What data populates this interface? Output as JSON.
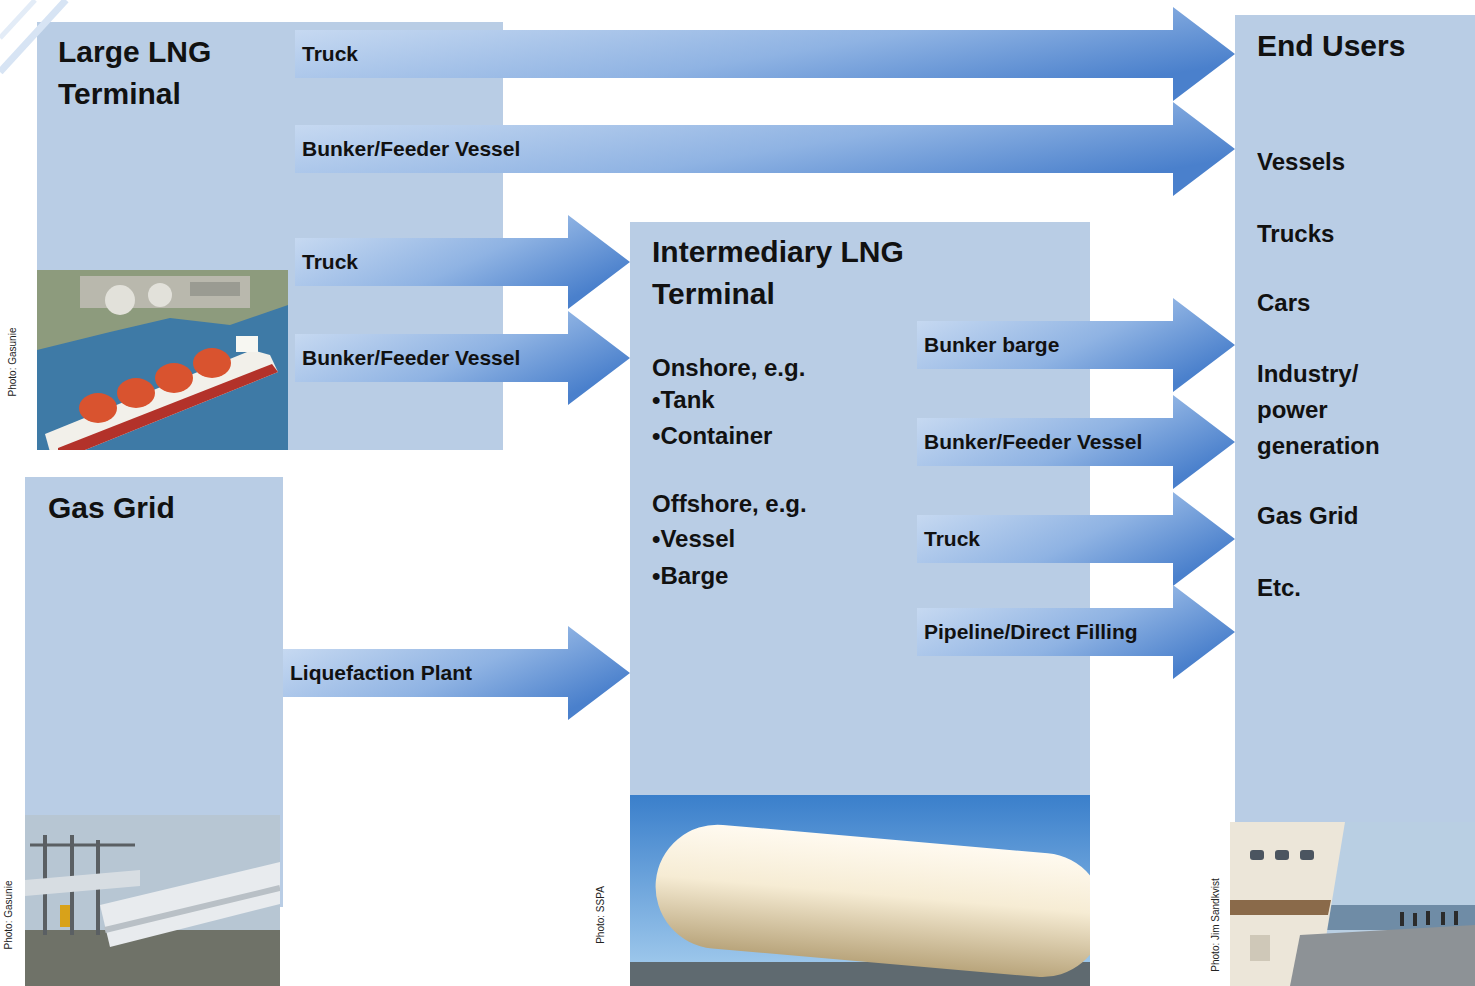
{
  "diagram": {
    "nodes": [
      {
        "text": [
          "Large LNG Terminal"
        ]
      },
      {
        "text": [
          "Gas Grid"
        ]
      },
      {
        "text": [
          "Intermediary LNG Terminal",
          "Onshore, e.g.",
          "•Tank",
          "•Container",
          "Offshore, e.g.",
          "•Vessel",
          "•Barge"
        ]
      },
      {
        "text": [
          "End Users",
          "Vessels",
          "Trucks",
          "Cars",
          "Industry/ power generation",
          "Gas Grid",
          "Etc."
        ]
      }
    ],
    "edges": [
      {
        "from": 0,
        "to": 3,
        "arrow": "to",
        "label": "Truck"
      },
      {
        "from": 0,
        "to": 3,
        "arrow": "to",
        "label": "Bunker/Feeder Vessel"
      },
      {
        "from": 0,
        "to": 2,
        "arrow": "to",
        "label": "Truck"
      },
      {
        "from": 0,
        "to": 2,
        "arrow": "to",
        "label": "Bunker/Feeder Vessel"
      },
      {
        "from": 1,
        "to": 2,
        "arrow": "to",
        "label": "Liquefaction Plant"
      },
      {
        "from": 2,
        "to": 3,
        "arrow": "to",
        "label": "Bunker barge"
      },
      {
        "from": 2,
        "to": 3,
        "arrow": "to",
        "label": "Bunker/Feeder Vessel"
      },
      {
        "from": 2,
        "to": 3,
        "arrow": "to",
        "label": "Truck"
      },
      {
        "from": 2,
        "to": 3,
        "arrow": "to",
        "label": "Pipeline/Direct Filling"
      }
    ],
    "labels": [
      "Photo: Gasunie",
      "Photo: Gasunie",
      "Photo: SSPA",
      "Photo: Jim Sandkvist"
    ]
  }
}
